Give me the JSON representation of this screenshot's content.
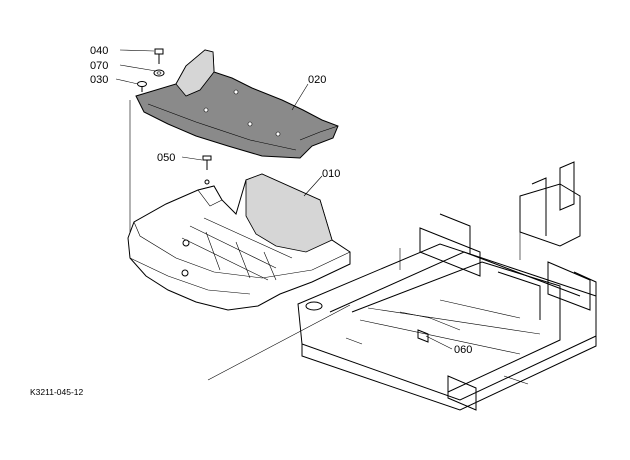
{
  "callouts": {
    "p040": "040",
    "p070": "070",
    "p030": "030",
    "p020": "020",
    "p050": "050",
    "p010": "010",
    "p060": "060"
  },
  "drawing_code": "K3211-045-12"
}
